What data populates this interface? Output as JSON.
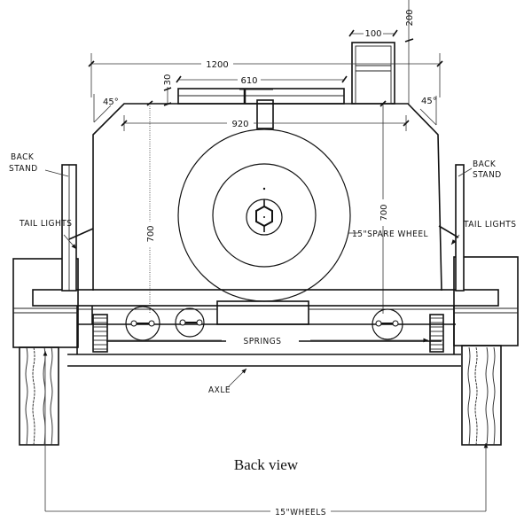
{
  "caption": "Back view",
  "dimensions": {
    "overall_width": "1200",
    "body_width": "920",
    "carrier_width": "610",
    "carrier_height": "30",
    "seat_width": "100",
    "seat_height": "200",
    "body_height_left": "700",
    "body_height_right": "700",
    "angle_left": "45°",
    "angle_right": "45°"
  },
  "labels": {
    "back_stand_left_1": "BACK",
    "back_stand_left_2": "STAND",
    "back_stand_right_1": "BACK",
    "back_stand_right_2": "STAND",
    "tail_lights_left": "TAIL LIGHTS",
    "tail_lights_right": "TAIL LIGHTS",
    "spare_wheel": "15\"SPARE WHEEL",
    "springs": "SPRINGS",
    "axle": "AXLE",
    "wheels": "15\"WHEELS"
  }
}
